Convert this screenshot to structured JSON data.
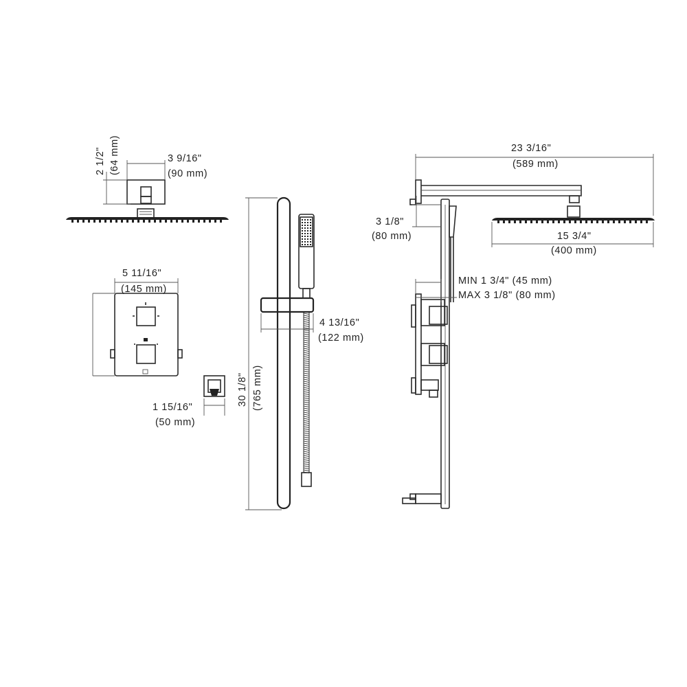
{
  "head_top": {
    "height_in": "2 1/2\"",
    "height_mm": "(64 mm)",
    "depth_in": "3 9/16\"",
    "depth_mm": "(90 mm)"
  },
  "valve": {
    "width_in": "5 11/16\"",
    "width_mm": "(145 mm)"
  },
  "outlet": {
    "width_in": "1 15/16\"",
    "width_mm": "(50 mm)"
  },
  "slide_bar": {
    "length_in": "30 1/8\"",
    "length_mm": "(765 mm)",
    "holder_in": "4 13/16\"",
    "holder_mm": "(122 mm)"
  },
  "side_view": {
    "arm_in": "23 3/16\"",
    "arm_mm": "(589 mm)",
    "arm_drop_in": "3 1/8\"",
    "arm_drop_mm": "(80 mm)",
    "head_in": "15 3/4\"",
    "head_mm": "(400 mm)",
    "wall_min": "MIN 1 3/4\" (45 mm)",
    "wall_max": "MAX 3 1/8\" (80 mm)"
  }
}
